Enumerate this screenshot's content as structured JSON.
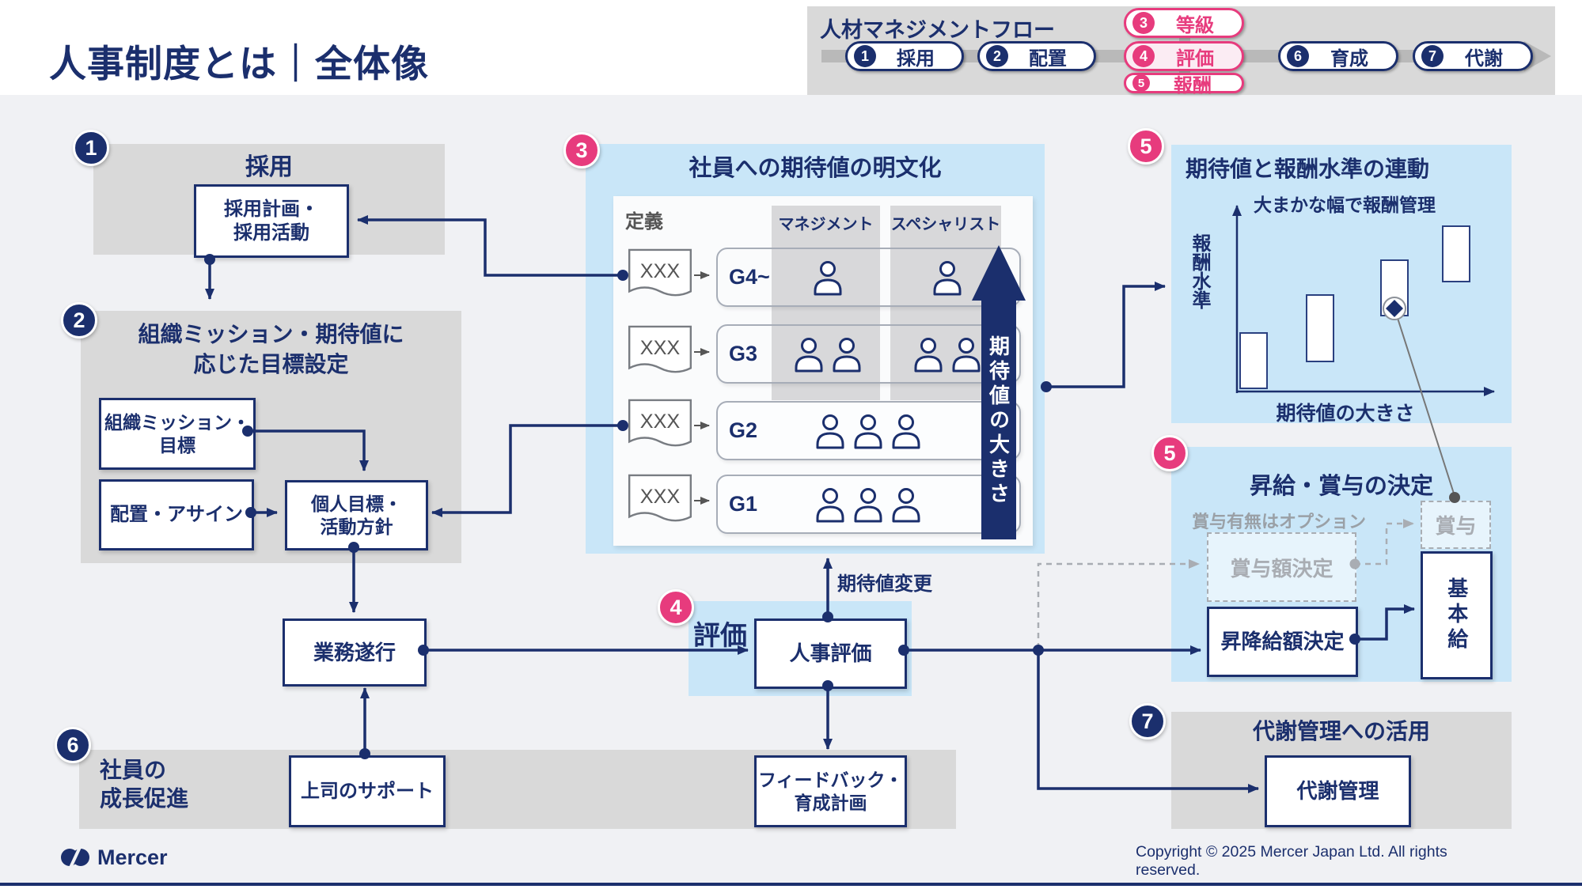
{
  "header": {
    "title": "人事制度とは｜全体像"
  },
  "flow_nav": {
    "title": "人材マネジメントフロー",
    "items": [
      {
        "num": "1",
        "label": "採用",
        "style": "navy"
      },
      {
        "num": "2",
        "label": "配置",
        "style": "navy"
      },
      {
        "num": "3",
        "label": "等級",
        "style": "pink"
      },
      {
        "num": "4",
        "label": "評価",
        "style": "pink-active"
      },
      {
        "num": "5",
        "label": "報酬",
        "style": "pink"
      },
      {
        "num": "6",
        "label": "育成",
        "style": "navy"
      },
      {
        "num": "7",
        "label": "代謝",
        "style": "navy"
      }
    ]
  },
  "sections": {
    "recruit": {
      "num": "1",
      "title": "採用",
      "plan_box": "採用計画・\n採用活動"
    },
    "mission": {
      "num": "2",
      "title": "組織ミッション・期待値に\n応じた目標設定",
      "org_box": "組織ミッション・\n目標",
      "assign_box": "配置・アサイン",
      "goal_box": "個人目標・\n活動方針"
    },
    "grade": {
      "num": "3",
      "title": "社員への期待値の明文化",
      "def_label": "定義",
      "doc_label": "XXX",
      "col1": "マネジメント",
      "col2": "スペシャリスト",
      "rows": [
        {
          "grade": "G4~",
          "mgmt": 1,
          "spec": 1
        },
        {
          "grade": "G3",
          "mgmt": 2,
          "spec": 2
        },
        {
          "grade": "G2",
          "all": 3
        },
        {
          "grade": "G1",
          "all": 3
        }
      ],
      "arrow_label": "期待値の大きさ"
    },
    "eval": {
      "num": "4",
      "title": "評価",
      "box": "人事評価",
      "change_label": "期待値変更"
    },
    "comp_link": {
      "num": "5",
      "title": "期待値と報酬水準の連動",
      "note": "大まかな幅で報酬管理",
      "y_label": "報酬水準",
      "x_label": "期待値の大きさ"
    },
    "raise": {
      "num": "5",
      "title": "昇給・賞与の決定",
      "option_note": "賞与有無はオプション",
      "bonus_amount_box": "賞与額決定",
      "bonus_box": "賞与",
      "raise_box": "昇降給額決定",
      "base_box": "基本給"
    },
    "growth": {
      "num": "6",
      "title": "社員の\n成長促進",
      "support_box": "上司のサポート",
      "work_box": "業務遂行",
      "feedback_box": "フィードバック・\n育成計画"
    },
    "turnover": {
      "num": "7",
      "title": "代謝管理への活用",
      "box": "代謝管理"
    }
  },
  "footer": {
    "logo": "Mercer",
    "copyright": "Copyright © 2025 Mercer Japan Ltd. All rights reserved."
  },
  "colors": {
    "navy": "#1b2f6d",
    "pink": "#e73b7d",
    "light_blue": "#c9e6f8",
    "gray_panel": "#d9d9d9"
  }
}
